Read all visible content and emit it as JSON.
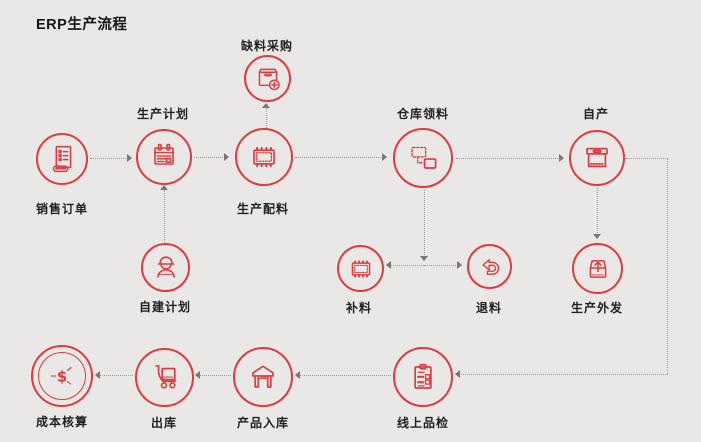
{
  "title": "ERP生产流程",
  "colors": {
    "accent": "#e23a3c",
    "background": "#e9e8e7",
    "connector": "#9a9a9a",
    "arrow": "#777777",
    "text": "#222222"
  },
  "nodes": [
    {
      "id": "sales-order",
      "label": "销售订单",
      "icon": "receipt-icon"
    },
    {
      "id": "production-plan",
      "label": "生产计划",
      "icon": "calendar-icon"
    },
    {
      "id": "shortage-purchase",
      "label": "缺料采购",
      "icon": "box-plus-icon"
    },
    {
      "id": "production-batching",
      "label": "生产配料",
      "icon": "chip-icon"
    },
    {
      "id": "warehouse-picking",
      "label": "仓库领料",
      "icon": "move-box-icon"
    },
    {
      "id": "self-production",
      "label": "自产",
      "icon": "storage-box-icon"
    },
    {
      "id": "self-plan",
      "label": "自建计划",
      "icon": "worker-icon"
    },
    {
      "id": "replenish",
      "label": "补料",
      "icon": "chip-icon"
    },
    {
      "id": "return-material",
      "label": "退料",
      "icon": "return-arrow-icon"
    },
    {
      "id": "outsourcing",
      "label": "生产外发",
      "icon": "outbox-icon"
    },
    {
      "id": "cost-accounting",
      "label": "成本核算",
      "icon": "dollar-coin-icon"
    },
    {
      "id": "outbound",
      "label": "出库",
      "icon": "trolley-icon"
    },
    {
      "id": "product-storage",
      "label": "产品入库",
      "icon": "warehouse-icon"
    },
    {
      "id": "quality-check",
      "label": "线上品检",
      "icon": "checklist-icon"
    }
  ],
  "flows": [
    {
      "from": "销售订单",
      "to": "生产计划"
    },
    {
      "from": "自建计划",
      "to": "生产计划"
    },
    {
      "from": "生产计划",
      "to": "生产配料"
    },
    {
      "from": "生产配料",
      "to": "缺料采购"
    },
    {
      "from": "生产配料",
      "to": "仓库领料"
    },
    {
      "from": "仓库领料",
      "to": "自产"
    },
    {
      "from": "仓库领料",
      "to": "补料"
    },
    {
      "from": "仓库领料",
      "to": "退料"
    },
    {
      "from": "自产",
      "to": "生产外发"
    },
    {
      "from": "自产",
      "to": "线上品检"
    },
    {
      "from": "线上品检",
      "to": "产品入库"
    },
    {
      "from": "产品入库",
      "to": "出库"
    },
    {
      "from": "出库",
      "to": "成本核算"
    }
  ]
}
